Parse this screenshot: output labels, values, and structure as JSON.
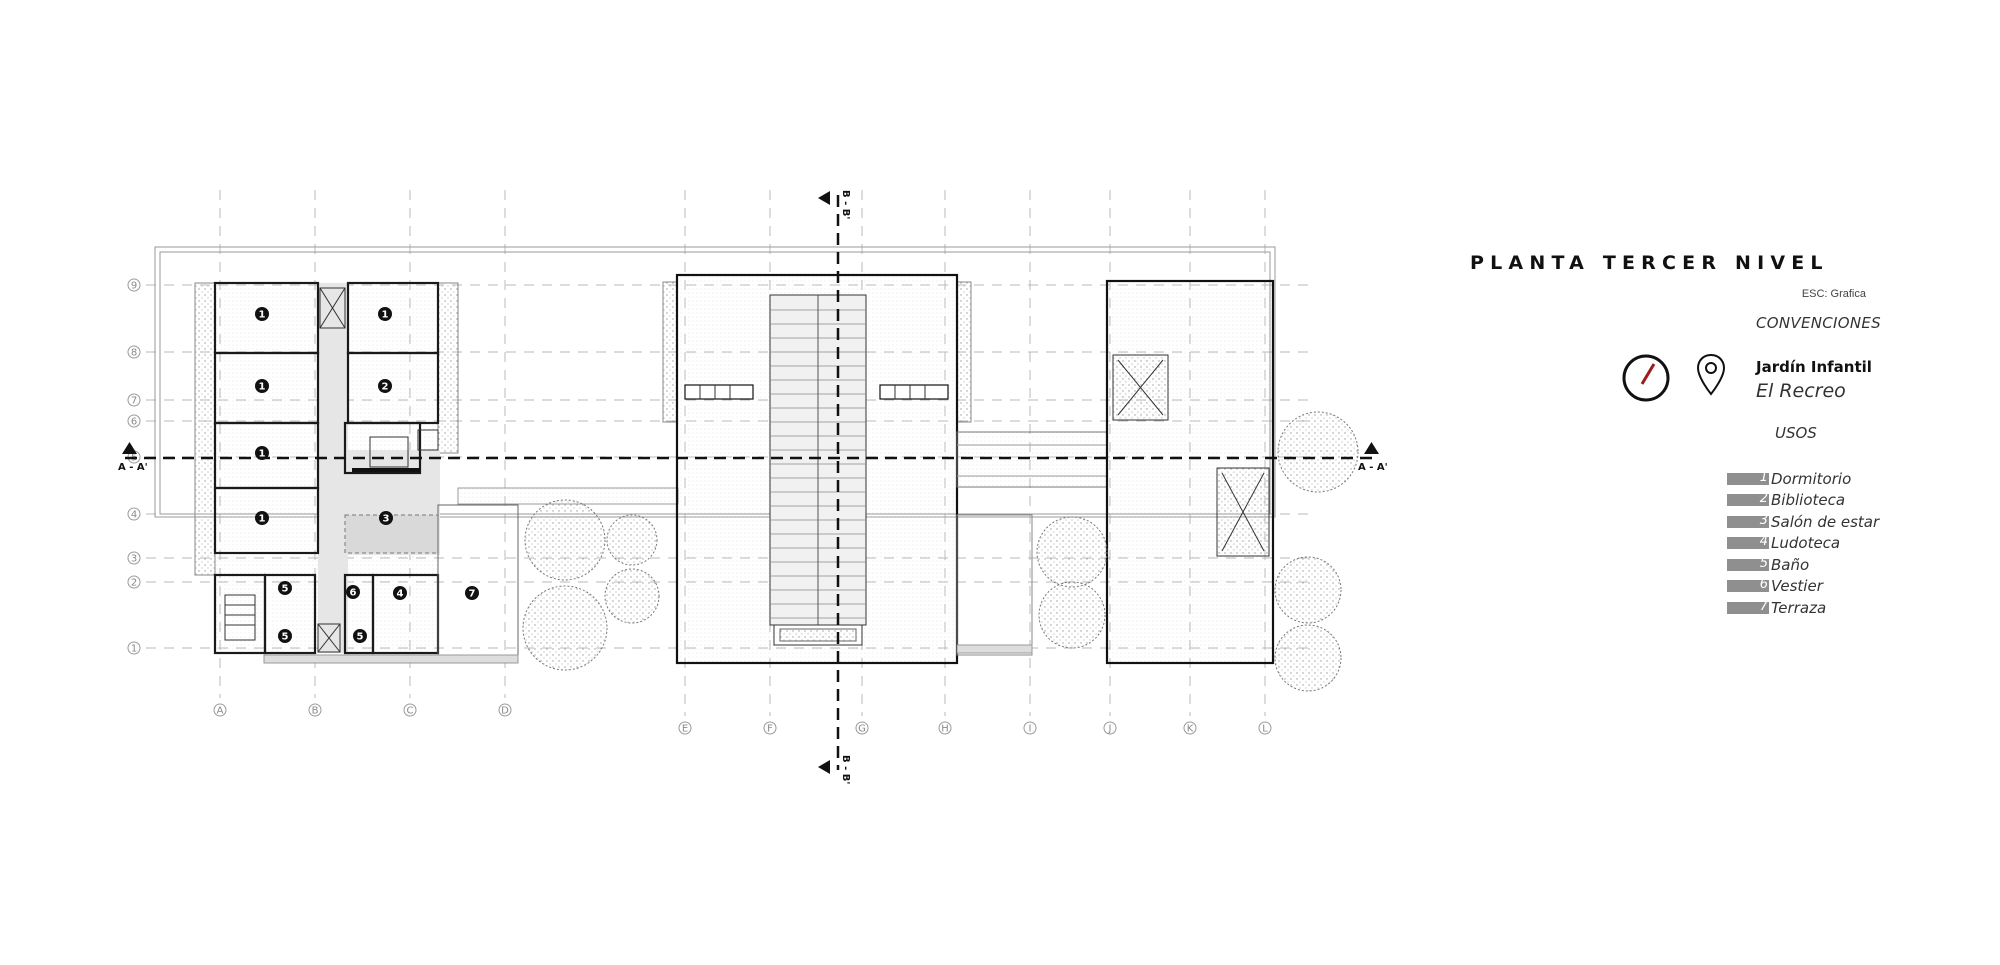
{
  "drawing": {
    "title": "PLANTA TERCER NIVEL",
    "scale_note": "ESC: Grafica",
    "conventions_heading": "CONVENCIONES",
    "project_name": "Jardín Infantil",
    "project_subtitle": "El Recreo",
    "uses_heading": "USOS",
    "section_aa": "A - A'",
    "section_bb": "B - B'",
    "icons": [
      "north-compass-icon",
      "location-pin-icon"
    ]
  },
  "uses": [
    {
      "number": "1",
      "label": "Dormitorio"
    },
    {
      "number": "2",
      "label": "Biblioteca"
    },
    {
      "number": "3",
      "label": "Salón de estar"
    },
    {
      "number": "4",
      "label": "Ludoteca"
    },
    {
      "number": "5",
      "label": "Baño"
    },
    {
      "number": "6",
      "label": "Vestier"
    },
    {
      "number": "7",
      "label": "Terraza"
    }
  ],
  "grid_axes": {
    "columns": [
      "A",
      "B",
      "C",
      "D",
      "E",
      "F",
      "G",
      "H",
      "I",
      "J",
      "K",
      "L"
    ],
    "rows": [
      "9",
      "8",
      "7",
      "6",
      "5",
      "4",
      "3",
      "2",
      "1"
    ]
  },
  "room_tags": [
    "1",
    "1",
    "1",
    "2",
    "1",
    "1",
    "3",
    "5",
    "6",
    "4",
    "7",
    "5",
    "5"
  ]
}
